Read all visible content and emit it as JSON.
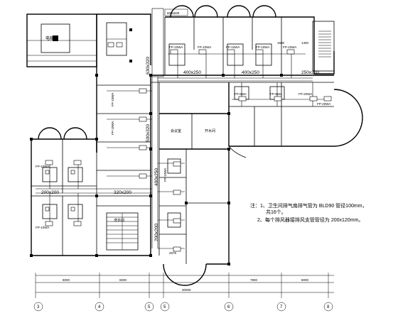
{
  "drawing": {
    "top_duct_label": "600x630",
    "ducts": {
      "corridor_vertical_1": "630x320",
      "corridor_vertical_2": "500x320",
      "corridor_vertical_3": "400x250",
      "corridor_vertical_4": "200x200",
      "top_left": "400x250",
      "top_right": "400x250",
      "top_far_right": "250x200",
      "left_wing_1": "200x200",
      "left_wing_2": "320x200",
      "stair_width": "1400"
    },
    "fan_coils": {
      "fp10": "FP-10WA",
      "fp8": "FP-8WA",
      "fp20": "FP-20WA"
    },
    "rooms": {
      "elevator": "电梯",
      "room_a": "会议室",
      "room_b": "开水间",
      "room_c": "洗衣间"
    },
    "small_dims": {
      "d1": "1500",
      "d2": "2575"
    },
    "note": {
      "line1": "注：1、卫生间排气扇排气管为 BLD90  管径100mm，",
      "line1b": "共16个。",
      "line2": "2、每个排风器接排风支管管径为 200x120mm。"
    },
    "dimension_chain": {
      "total": "30000",
      "seg1": "8000",
      "seg2": "6000",
      "seg3": "7800",
      "seg4": "8000"
    },
    "axes": [
      "3",
      "4",
      "5",
      "6",
      "7",
      "8"
    ]
  }
}
